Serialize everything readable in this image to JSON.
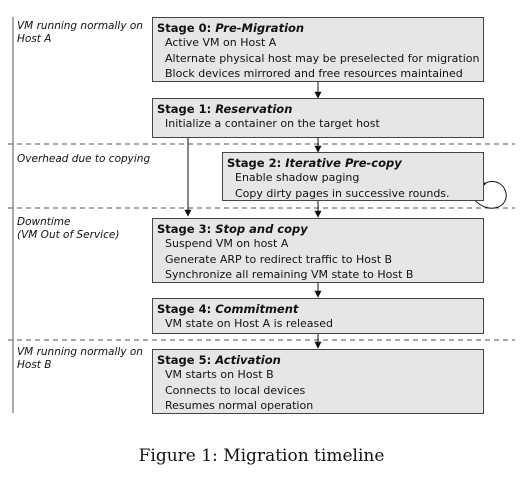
{
  "phases": [
    {
      "text": "VM running normally on\nHost A"
    },
    {
      "text": "Overhead due to copying"
    },
    {
      "text": "Downtime\n(VM Out of Service)"
    },
    {
      "text": "VM running normally on\nHost B"
    }
  ],
  "stages": [
    {
      "label": "Stage 0:",
      "name": "Pre-Migration",
      "lines": [
        "Active VM on Host A",
        "Alternate physical host may be preselected for migration",
        "Block devices mirrored and free resources maintained"
      ]
    },
    {
      "label": "Stage 1:",
      "name": "Reservation",
      "lines": [
        "Initialize a container on the target host"
      ]
    },
    {
      "label": "Stage 2:",
      "name": "Iterative Pre-copy",
      "lines": [
        "Enable shadow paging",
        "Copy dirty pages in successive rounds."
      ]
    },
    {
      "label": "Stage 3:",
      "name": "Stop and copy",
      "lines": [
        "Suspend VM on host A",
        "Generate ARP to redirect traffic to Host B",
        "Synchronize all remaining VM state to Host B"
      ]
    },
    {
      "label": "Stage 4:",
      "name": "Commitment",
      "lines": [
        "VM state on Host A is released"
      ]
    },
    {
      "label": "Stage 5:",
      "name": "Activation",
      "lines": [
        "VM starts on Host B",
        "Connects to local devices",
        "Resumes normal operation"
      ]
    }
  ],
  "caption": "Figure 1: Migration timeline"
}
